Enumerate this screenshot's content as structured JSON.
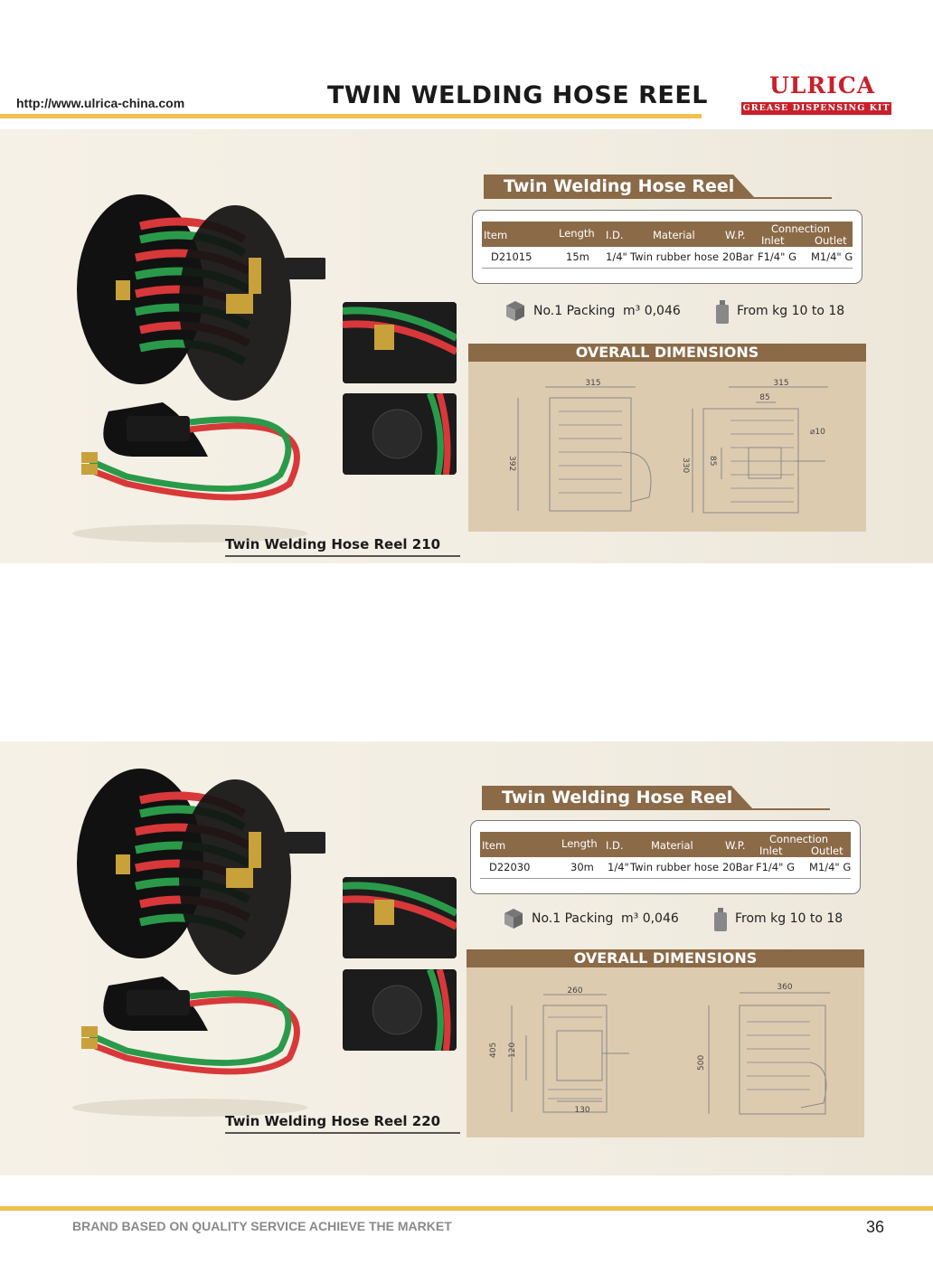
{
  "header": {
    "url": "http://www.ulrica-china.com",
    "title": "TWIN WELDING HOSE REEL",
    "logo_name": "ULRICA",
    "logo_tagline": "GREASE DISPENSING KIT"
  },
  "sections": [
    {
      "product_caption": "Twin Welding Hose Reel 210",
      "spec_title": "Twin Welding Hose Reel",
      "table_headers": {
        "item": "Item",
        "length": "Length",
        "id": "I.D.",
        "material": "Material",
        "wp": "W.P.",
        "connection": "Connection",
        "inlet": "Inlet",
        "outlet": "Outlet"
      },
      "row": {
        "item": "D21015",
        "length": "15m",
        "id": "1/4\"",
        "material": "Twin rubber hose",
        "wp": "20Bar",
        "inlet": "F1/4\" G",
        "outlet": "M1/4\" G"
      },
      "packing": "No.1 Packing",
      "volume": "m³ 0,046",
      "weight": "From kg 10 to 18",
      "dim_title": "OVERALL DIMENSIONS",
      "dims": {
        "front_w": "315",
        "front_h": "392",
        "side_w": "315",
        "side_inner": "85",
        "side_h": "330",
        "side_h2": "85",
        "hole": "⌀10"
      }
    },
    {
      "product_caption": "Twin Welding Hose Reel 220",
      "spec_title": "Twin Welding Hose Reel",
      "table_headers": {
        "item": "Item",
        "length": "Length",
        "id": "I.D.",
        "material": "Material",
        "wp": "W.P.",
        "connection": "Connection",
        "inlet": "Inlet",
        "outlet": "Outlet"
      },
      "row": {
        "item": "D22030",
        "length": "30m",
        "id": "1/4\"",
        "material": "Twin rubber hose",
        "wp": "20Bar",
        "inlet": "F1/4\" G",
        "outlet": "M1/4\" G"
      },
      "packing": "No.1 Packing",
      "volume": "m³ 0,046",
      "weight": "From kg 10 to 18",
      "dim_title": "OVERALL DIMENSIONS",
      "dims": {
        "front_w": "260",
        "front_h": "405",
        "front_inner": "120",
        "front_base": "130",
        "side_w": "360",
        "side_h": "500"
      }
    }
  ],
  "footer": {
    "slogan": "BRAND  BASED ON QUALITY SERVICE ACHIEVE THE MARKET",
    "page_number": "36"
  },
  "colors": {
    "accent_rule": "#f0c050",
    "brown": "#8b6a48",
    "logo_red": "#c8202a",
    "dim_bg": "#ddcbb0"
  }
}
